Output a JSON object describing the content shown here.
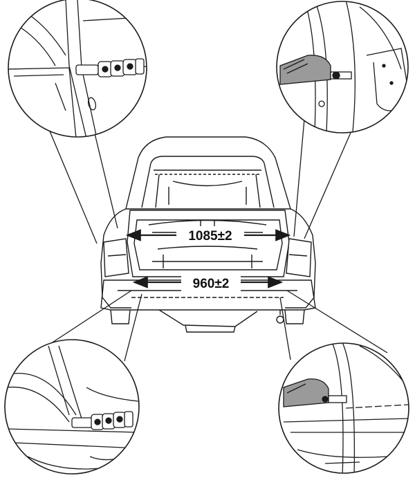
{
  "diagram": {
    "measurements": {
      "upper_width": "1085±2",
      "lower_width": "960±2"
    },
    "colors": {
      "line": "#1a1a1a",
      "background": "#ffffff",
      "shading": "#9a9a9a"
    },
    "callouts": [
      {
        "id": "upper-left",
        "icon": "stepped-gauge-pin"
      },
      {
        "id": "upper-right",
        "icon": "shaded-bracket-with-pin"
      },
      {
        "id": "lower-left",
        "icon": "stepped-gauge-pin"
      },
      {
        "id": "lower-right",
        "icon": "shaded-bracket-with-pin"
      }
    ]
  }
}
